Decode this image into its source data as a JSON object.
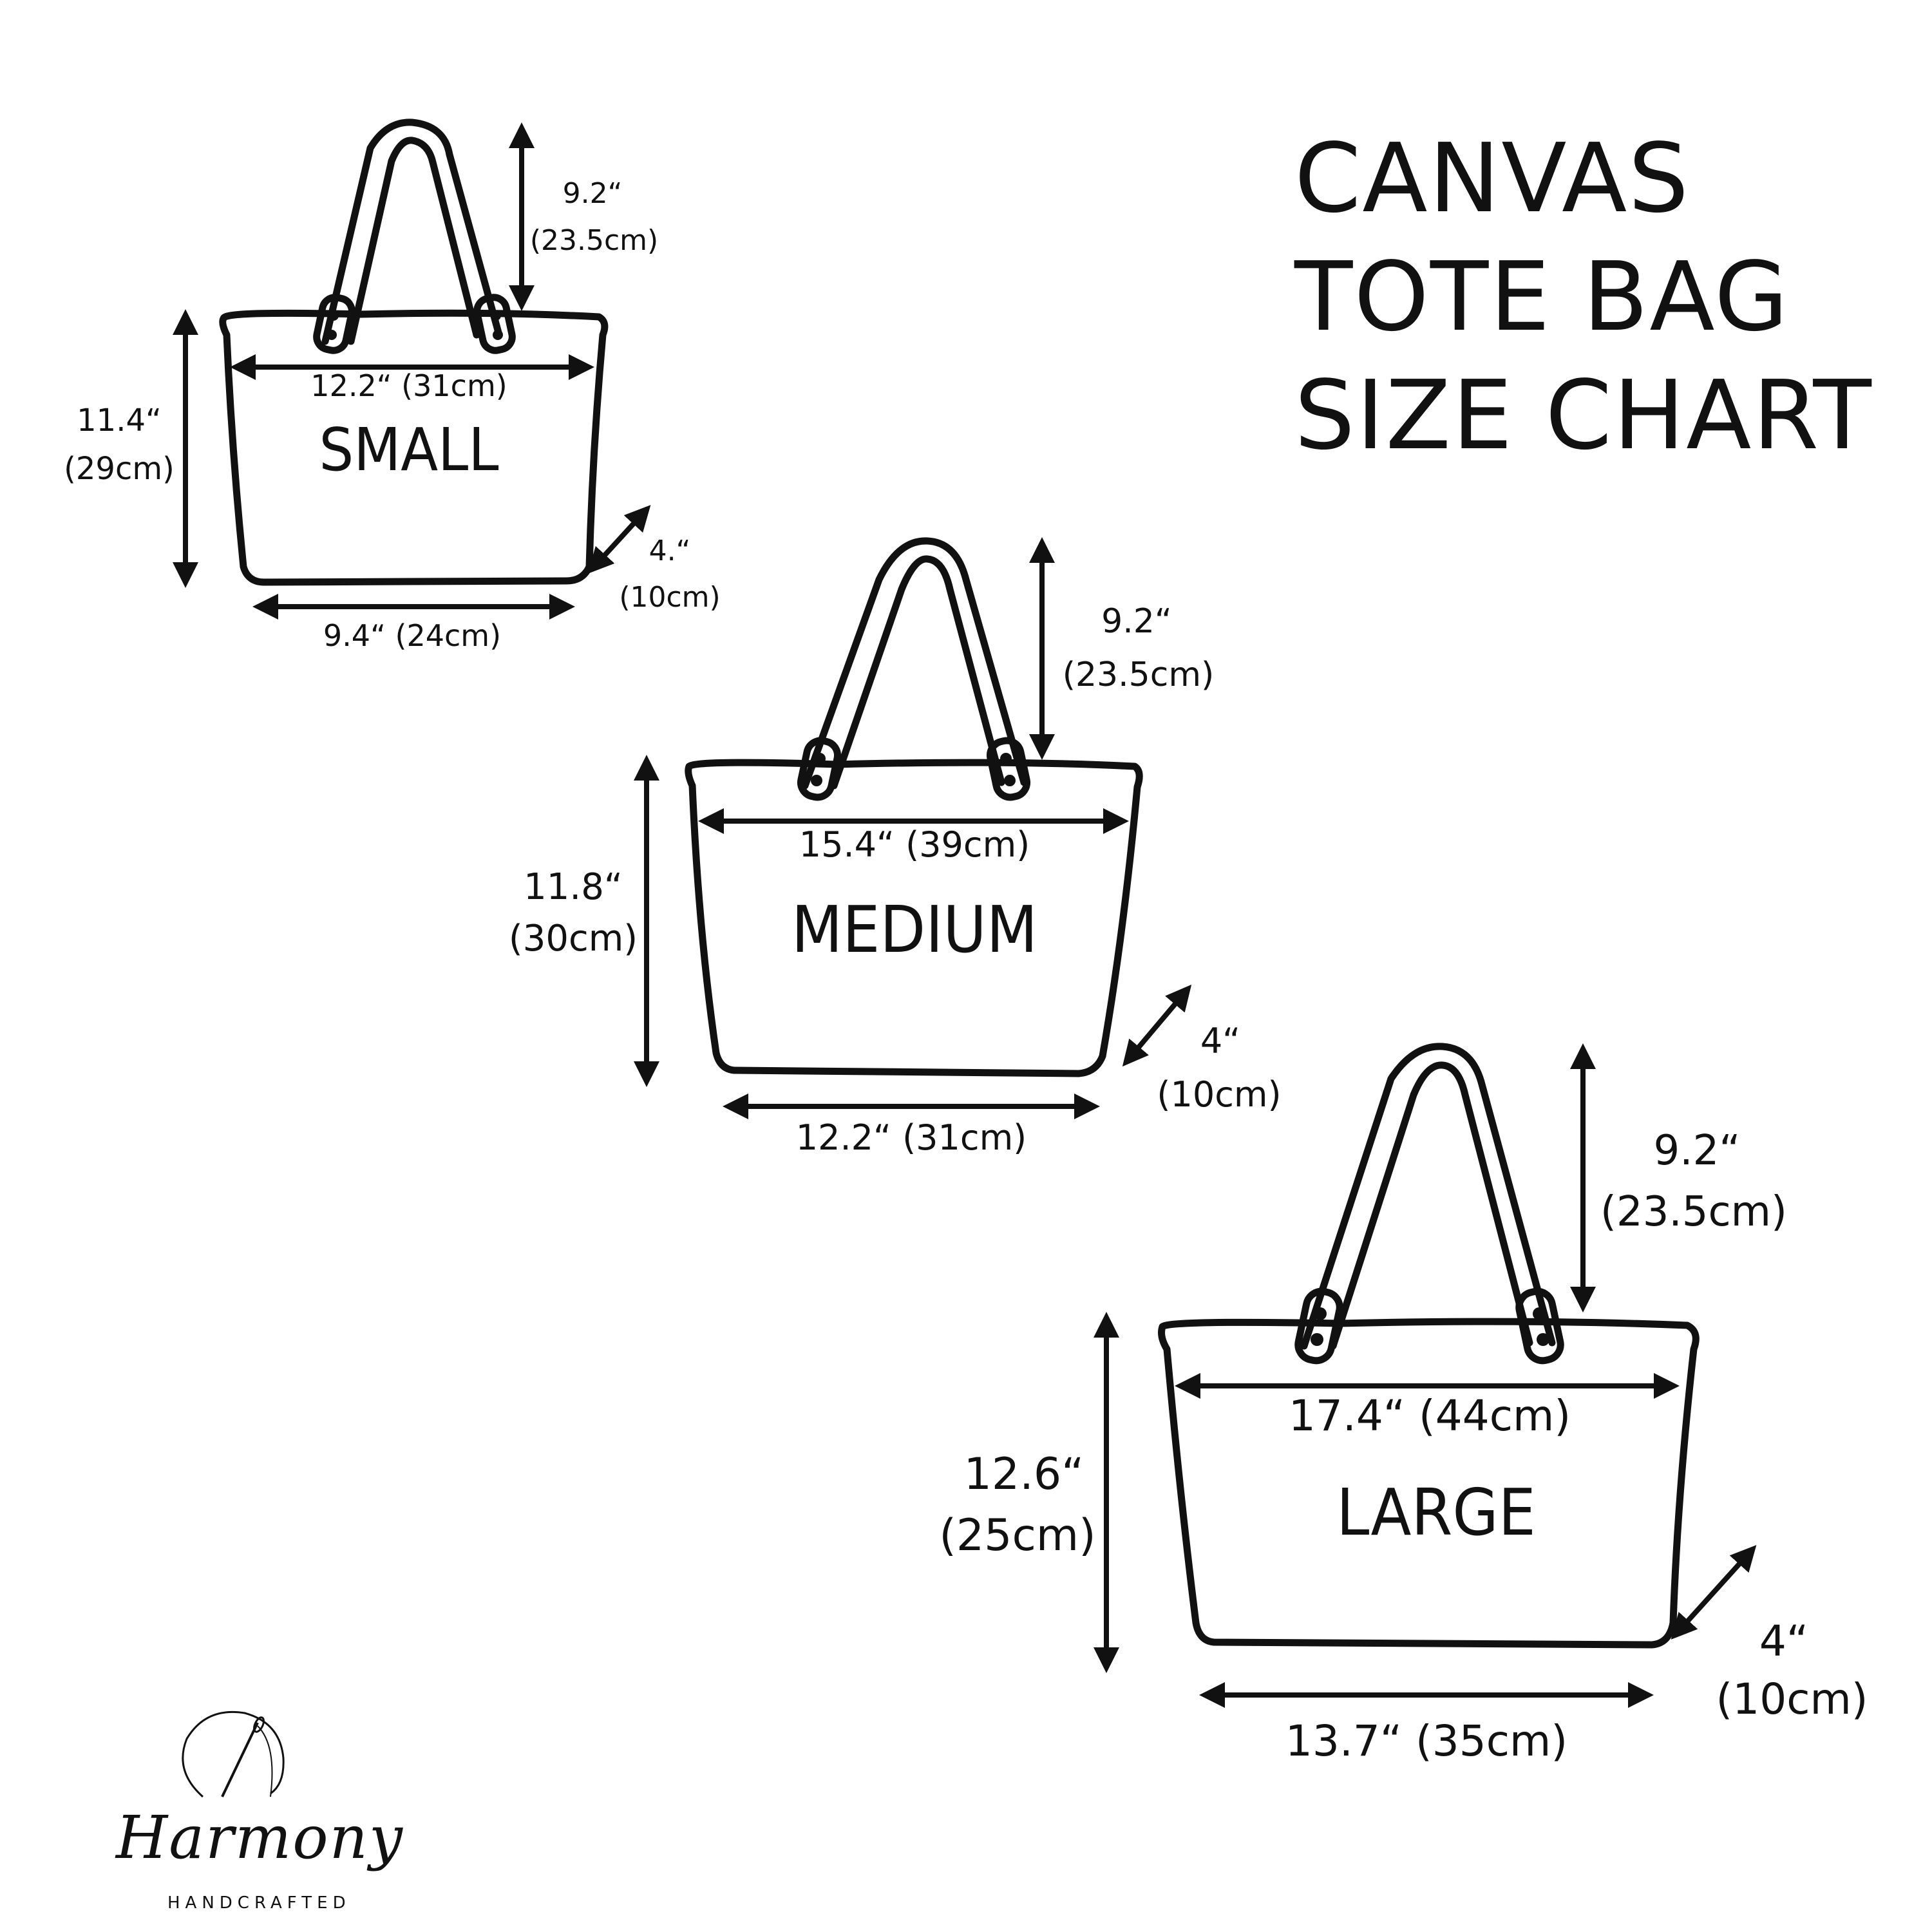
{
  "title": {
    "line1": "CANVAS",
    "line2": "TOTE BAG",
    "line3": "SIZE CHART"
  },
  "bags": {
    "small": {
      "name": "SMALL",
      "handle_in": "9.2“",
      "handle_cm": "(23.5cm)",
      "top_width": "12.2“ (31cm)",
      "height_in": "11.4“",
      "height_cm": "(29cm)",
      "depth_in": "4.“",
      "depth_cm": "(10cm)",
      "bottom_width": "9.4“ (24cm)"
    },
    "medium": {
      "name": "MEDIUM",
      "handle_in": "9.2“",
      "handle_cm": "(23.5cm)",
      "top_width": "15.4“ (39cm)",
      "height_in": "11.8“",
      "height_cm": "(30cm)",
      "depth_in": "4“",
      "depth_cm": "(10cm)",
      "bottom_width": "12.2“ (31cm)"
    },
    "large": {
      "name": "LARGE",
      "handle_in": "9.2“",
      "handle_cm": "(23.5cm)",
      "top_width": "17.4“ (44cm)",
      "height_in": "12.6“",
      "height_cm": "(25cm)",
      "depth_in": "4“",
      "depth_cm": "(10cm)",
      "bottom_width": "13.7“ (35cm)"
    }
  },
  "logo": {
    "script": "Harmony",
    "sub": "HANDCRAFTED"
  }
}
